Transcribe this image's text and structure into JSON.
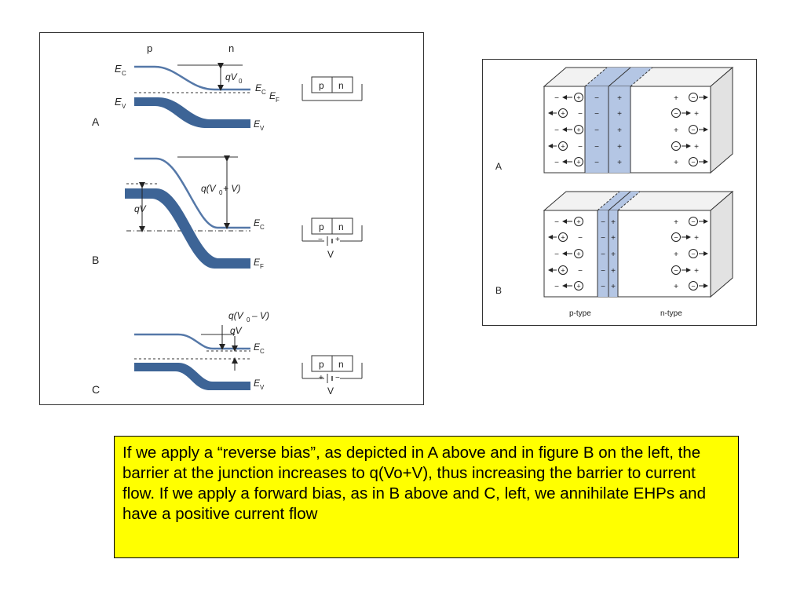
{
  "band_diagram": {
    "region_labels": [
      "p",
      "n"
    ],
    "panels": [
      {
        "letter": "A",
        "labels": [
          "E",
          "C",
          "E",
          "V",
          "qV",
          "0",
          "E",
          "C",
          "E",
          "F",
          "E",
          "V"
        ],
        "device": {
          "p": "p",
          "n": "n"
        }
      },
      {
        "letter": "B",
        "labels": [
          "q(V",
          "0",
          " + V)",
          "qV",
          "E",
          "C",
          "E",
          "F"
        ],
        "device": {
          "p": "p",
          "n": "n",
          "minus": "−",
          "plus": "+",
          "v": "V"
        }
      },
      {
        "letter": "C",
        "labels": [
          "q(V",
          "0",
          "– V)",
          "qV",
          "E",
          "C",
          "E",
          "V"
        ],
        "device": {
          "p": "p",
          "n": "n",
          "minus": "−",
          "plus": "+",
          "v": "V"
        }
      }
    ],
    "colors": {
      "band": "#3d6496",
      "line": "#5578a8"
    }
  },
  "junction_diagram": {
    "panels": [
      {
        "letter": "A",
        "charge": "−",
        "ion_plus": "+",
        "ion_minus": "−"
      },
      {
        "letter": "B",
        "charge": "−",
        "ion_plus": "+",
        "ion_minus": "−"
      }
    ],
    "axis_labels": [
      "p-type",
      "n-type"
    ],
    "colors": {
      "depletion": "#b4c6e4"
    }
  },
  "note": {
    "text": "If we apply a “reverse bias”, as depicted  in A above and in figure B on the left, the barrier at the junction increases to q(Vo+V), thus increasing the barrier to current flow.  If we apply a forward bias, as in B above and C, left, we annihilate EHPs and have a positive current flow"
  }
}
